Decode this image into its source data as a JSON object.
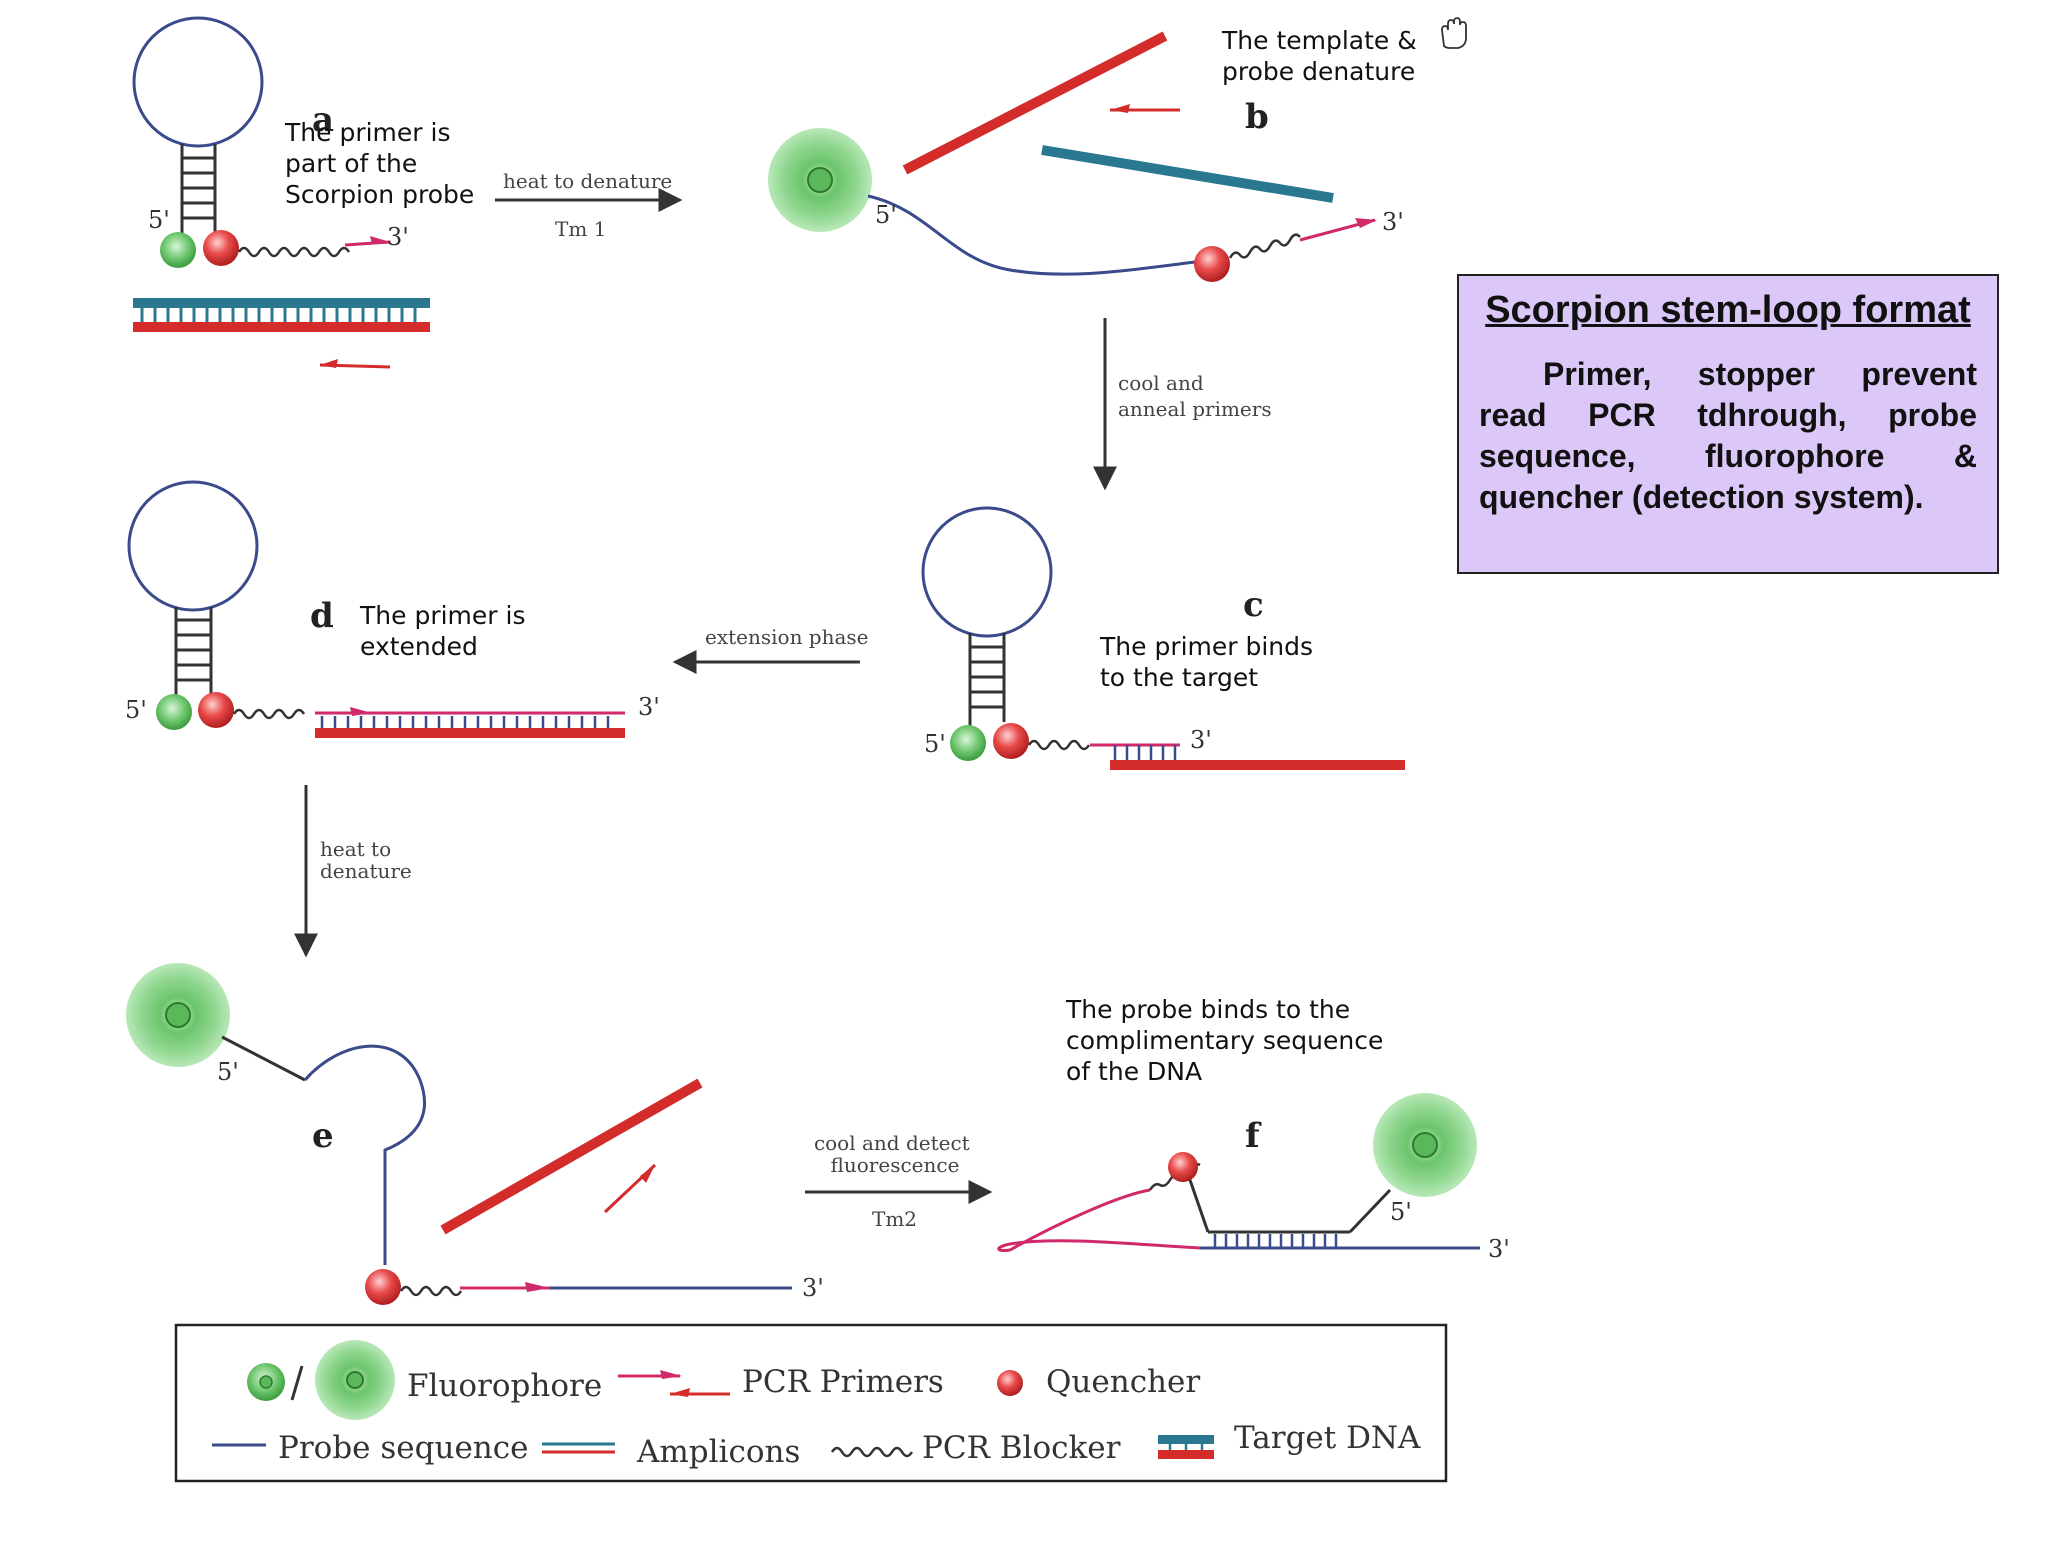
{
  "info_box": {
    "title": "Scorpion stem-loop format",
    "body": "Primer, stopper prevent read PCR tdhrough, probe sequence, fluorophore & quencher (detection system)."
  },
  "panels": {
    "a": {
      "letter": "a",
      "annotation": [
        "The primer is",
        "part of the",
        "Scorpion probe"
      ],
      "five_prime": "5'",
      "three_prime": "3'"
    },
    "b": {
      "letter": "b",
      "annotation": [
        "The template &",
        "probe denature"
      ],
      "five_prime": "5'",
      "three_prime": "3'"
    },
    "c": {
      "letter": "c",
      "annotation": [
        "The primer binds",
        "to the target"
      ],
      "five_prime": "5'",
      "three_prime": "3'"
    },
    "d": {
      "letter": "d",
      "annotation": [
        "The primer is",
        "extended"
      ],
      "five_prime": "5'",
      "three_prime": "3'"
    },
    "e": {
      "letter": "e",
      "five_prime": "5'",
      "three_prime": "3'"
    },
    "f": {
      "letter": "f",
      "annotation": [
        "The probe binds to the",
        "complimentary sequence",
        "of the DNA"
      ],
      "five_prime": "5'",
      "three_prime": "3'"
    }
  },
  "steps": {
    "a_to_b": {
      "label": "heat to denature",
      "sub": "Tm 1"
    },
    "b_to_c": {
      "label": [
        "cool and",
        "anneal primers"
      ]
    },
    "c_to_d": {
      "label": "extension phase"
    },
    "d_to_e": {
      "label": [
        "heat to",
        "denature"
      ]
    },
    "e_to_f": {
      "label": [
        "cool and detect",
        "fluorescence"
      ],
      "sub": "Tm2"
    }
  },
  "legend": {
    "fluorophore": "Fluorophore",
    "pcr_primers": "PCR Primers",
    "quencher": "Quencher",
    "probe_sequence": "Probe sequence",
    "amplicons": "Amplicons",
    "pcr_blocker": "PCR Blocker",
    "target_dna": "Target DNA"
  },
  "colors": {
    "probe": "#3a4a8a",
    "amplicon_red": "#d42b2b",
    "target_blue": "#2a7890",
    "primer_pink": "#d02a6a",
    "fluor_green": "#7fcf7f",
    "quencher_red": "#e04040",
    "info_bg": "#dcc8f8"
  },
  "icons": [
    "hand-cursor-icon"
  ]
}
